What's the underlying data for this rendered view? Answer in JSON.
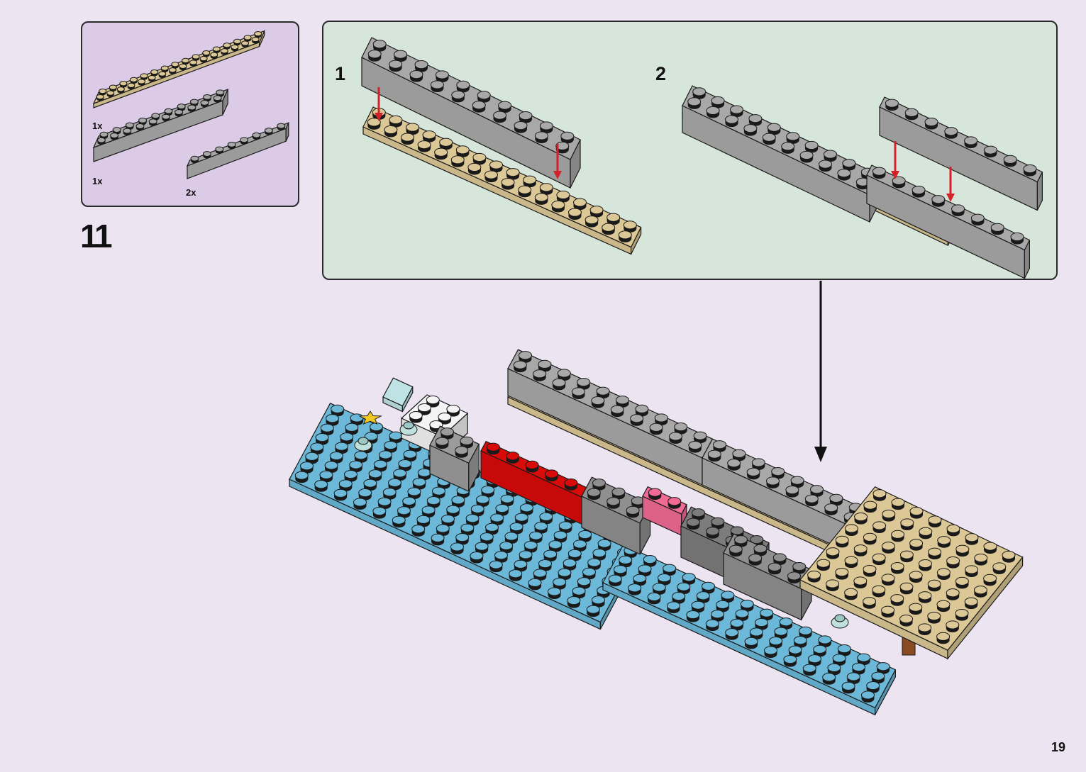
{
  "page": {
    "step_number": "11",
    "page_number": "19",
    "background_color": "#ede4f2"
  },
  "parts_list": {
    "background_color": "#dccbe6",
    "items": [
      {
        "part": "tan 2x16 plate",
        "color": "#dcc896",
        "quantity": "1x"
      },
      {
        "part": "light gray 2x10 brick",
        "color": "#a8a8a8",
        "quantity": "1x"
      },
      {
        "part": "light gray 1x8 brick",
        "color": "#a8a8a8",
        "quantity": "2x"
      }
    ]
  },
  "sub_assembly": {
    "background_color": "#d7e6da",
    "steps": [
      {
        "label": "1",
        "description": "Attach light gray 2x10 brick onto tan 2x16 plate"
      },
      {
        "label": "2",
        "description": "Attach two light gray 1x8 bricks, stacked, next to the 2x10 brick"
      }
    ],
    "arrow_color": "#d2232a"
  },
  "main_model": {
    "description": "Sub-assembly attached to the blue base with slopes, red brick, pink brick, white brick, tan plate roof",
    "colors": {
      "base": "#6bb8d8",
      "red": "#d90a0a",
      "pink": "#f06a95",
      "tan": "#dcc896",
      "gray": "#a8a8a8",
      "dark_gray": "#7c7c7c",
      "white": "#f4f4f4",
      "yellow_star": "#f2c822"
    }
  }
}
